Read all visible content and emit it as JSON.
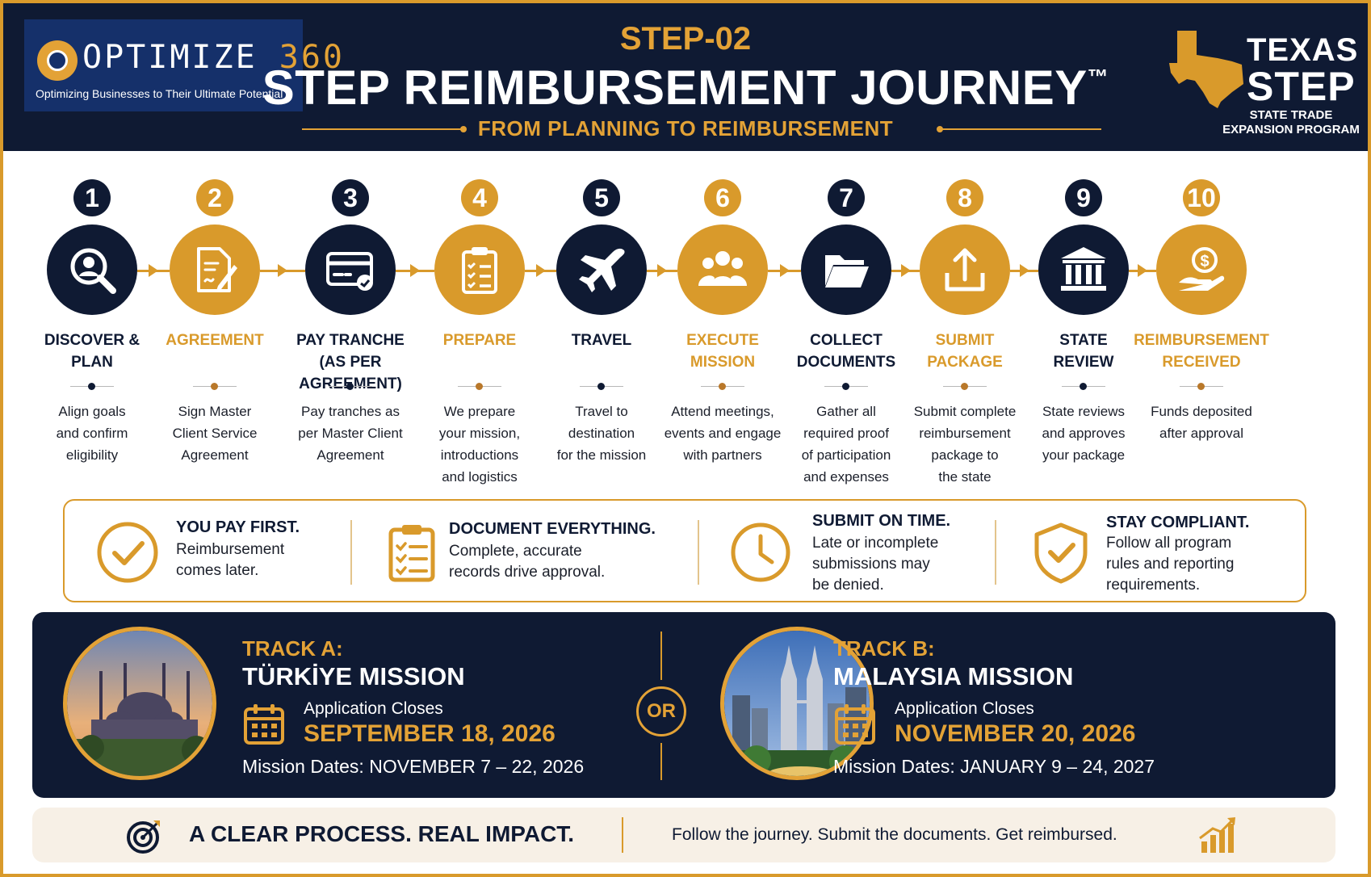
{
  "header": {
    "logo_name_a": "OPTIMIZE",
    "logo_name_b": "360",
    "logo_tagline": "Optimizing Businesses to Their Ultimate Potential",
    "step_label": "STEP-02",
    "title": "STEP REIMBURSEMENT JOURNEY",
    "title_mark": "™",
    "subtitle": "FROM PLANNING TO REIMBURSEMENT",
    "program_line1": "TEXAS",
    "program_line2": "STEP",
    "program_sub1": "STATE TRADE",
    "program_sub2": "EXPANSION PROGRAM"
  },
  "steps": [
    {
      "number": "1",
      "name": "DISCOVER &\nPLAN",
      "desc": "Align goals\nand confirm\neligibility",
      "icon": "search-person-icon",
      "style": "dark"
    },
    {
      "number": "2",
      "name": "AGREEMENT",
      "desc": "Sign Master\nClient Service\nAgreement",
      "icon": "document-sign-icon",
      "style": "gold"
    },
    {
      "number": "3",
      "name": "PAY TRANCHE\n(AS PER AGREEMENT)",
      "desc": "Pay tranches as\nper Master Client\nAgreement",
      "icon": "credit-card-icon",
      "style": "dark"
    },
    {
      "number": "4",
      "name": "PREPARE",
      "desc": "We prepare\nyour mission,\nintroductions\nand logistics",
      "icon": "clipboard-checklist-icon",
      "style": "gold"
    },
    {
      "number": "5",
      "name": "TRAVEL",
      "desc": "Travel to\ndestination\nfor the mission",
      "icon": "airplane-icon",
      "style": "dark"
    },
    {
      "number": "6",
      "name": "EXECUTE\nMISSION",
      "desc": "Attend meetings,\nevents and engage\nwith partners",
      "icon": "people-group-icon",
      "style": "gold"
    },
    {
      "number": "7",
      "name": "COLLECT\nDOCUMENTS",
      "desc": "Gather all\nrequired proof\nof participation\nand expenses",
      "icon": "folder-icon",
      "style": "dark"
    },
    {
      "number": "8",
      "name": "SUBMIT\nPACKAGE",
      "desc": "Submit complete\nreimbursement\npackage to\nthe state",
      "icon": "upload-icon",
      "style": "gold"
    },
    {
      "number": "9",
      "name": "STATE\nREVIEW",
      "desc": "State reviews\nand approves\nyour package",
      "icon": "government-building-icon",
      "style": "dark"
    },
    {
      "number": "10",
      "name": "REIMBURSEMENT\nRECEIVED",
      "desc": "Funds deposited\nafter approval",
      "icon": "hand-money-icon",
      "style": "gold"
    }
  ],
  "tips": [
    {
      "title": "YOU PAY FIRST.",
      "desc": "Reimbursement\ncomes later.",
      "icon": "check-circle-icon"
    },
    {
      "title": "DOCUMENT EVERYTHING.",
      "desc": "Complete, accurate\nrecords drive approval.",
      "icon": "clipboard-icon"
    },
    {
      "title": "SUBMIT ON TIME.",
      "desc": "Late or incomplete\nsubmissions may\nbe denied.",
      "icon": "clock-icon"
    },
    {
      "title": "STAY COMPLIANT.",
      "desc": "Follow all program\nrules and reporting\nrequirements.",
      "icon": "shield-check-icon"
    }
  ],
  "tracks": {
    "or_label": "OR",
    "a": {
      "label": "TRACK A:",
      "name": "TÜRKİYE MISSION",
      "closes_label": "Application Closes",
      "close_date": "SEPTEMBER 18, 2026",
      "mission_dates": "Mission Dates: NOVEMBER 7 – 22, 2026"
    },
    "b": {
      "label": "TRACK B:",
      "name": "MALAYSIA MISSION",
      "closes_label": "Application Closes",
      "close_date": "NOVEMBER 20, 2026",
      "mission_dates": "Mission Dates: JANUARY 9 – 24, 2027"
    }
  },
  "footer": {
    "headline": "A CLEAR PROCESS. REAL IMPACT.",
    "tagline": "Follow the journey. Submit the documents. Get reimbursed."
  },
  "colors": {
    "navy": "#0f1a33",
    "gold": "#d99a2b",
    "gold_light": "#e3a236",
    "cream": "#f7f0e6"
  }
}
